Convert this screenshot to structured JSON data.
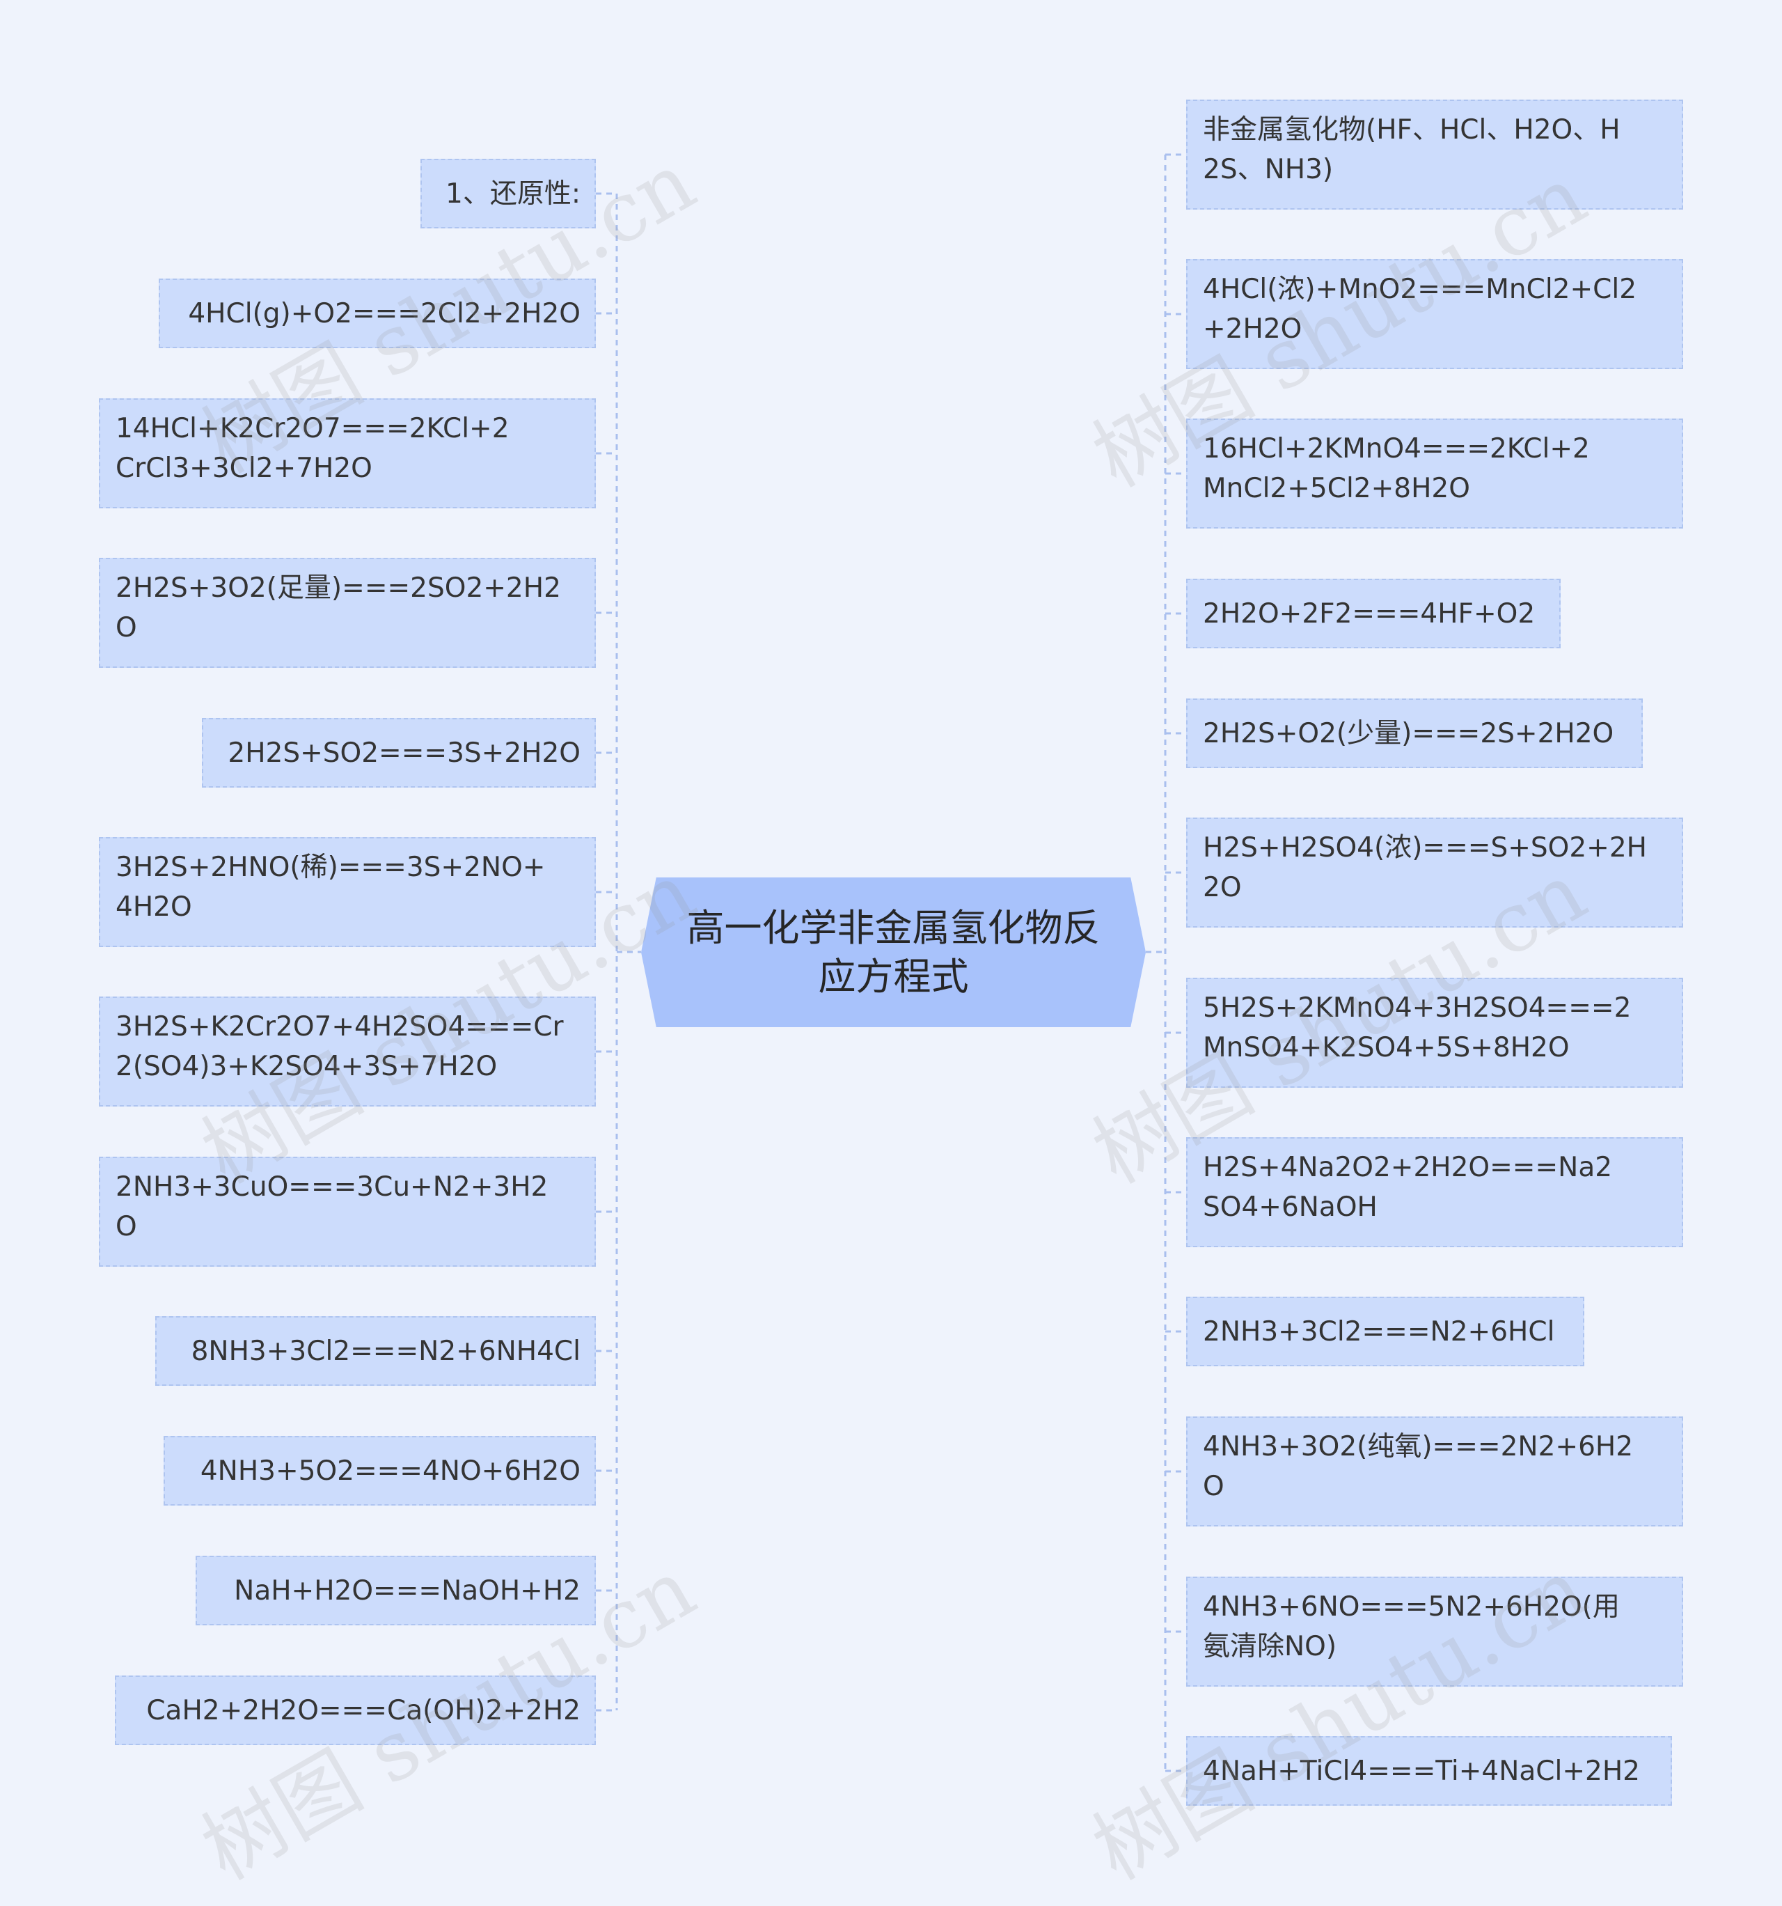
{
  "diagram": {
    "title": "高一化学非金属氢化物反应方程式",
    "left_nodes": [
      "1、还原性:",
      "4HCl(g)+O2===2Cl2+2H2O",
      "14HCl+K2Cr2O7===2KCl+2\nCrCl3+3Cl2+7H2O",
      "2H2S+3O2(足量)===2SO2+2H2\nO",
      "2H2S+SO2===3S+2H2O",
      "3H2S+2HNO(稀)===3S+2NO+\n4H2O",
      "3H2S+K2Cr2O7+4H2SO4===Cr\n2(SO4)3+K2SO4+3S+7H2O",
      "2NH3+3CuO===3Cu+N2+3H2\nO",
      "8NH3+3Cl2===N2+6NH4Cl",
      "4NH3+5O2===4NO+6H2O",
      "NaH+H2O===NaOH+H2",
      "CaH2+2H2O===Ca(OH)2+2H2"
    ],
    "right_nodes": [
      "非金属氢化物(HF、HCl、H2O、H\n2S、NH3)",
      "4HCl(浓)+MnO2===MnCl2+Cl2\n+2H2O",
      "16HCl+2KMnO4===2KCl+2\nMnCl2+5Cl2+8H2O",
      "2H2O+2F2===4HF+O2",
      "2H2S+O2(少量)===2S+2H2O",
      "H2S+H2SO4(浓)===S+SO2+2H\n2O",
      "5H2S+2KMnO4+3H2SO4===2\nMnSO4+K2SO4+5S+8H2O",
      "H2S+4Na2O2+2H2O===Na2\nSO4+6NaOH",
      "2NH3+3Cl2===N2+6HCl",
      "4NH3+3O2(纯氧)===2N2+6H2\nO",
      "4NH3+6NO===5N2+6H2O(用\n氨清除NO)",
      "4NaH+TiCl4===Ti+4NaCl+2H2"
    ],
    "watermark": "树图 shutu.cn"
  },
  "colors": {
    "background": "#eff3fc",
    "node_fill": "#ccdcfc",
    "node_border": "#aec4f0",
    "root_fill": "#a8c2fb",
    "connector": "#a9bfee",
    "text": "#343434"
  }
}
